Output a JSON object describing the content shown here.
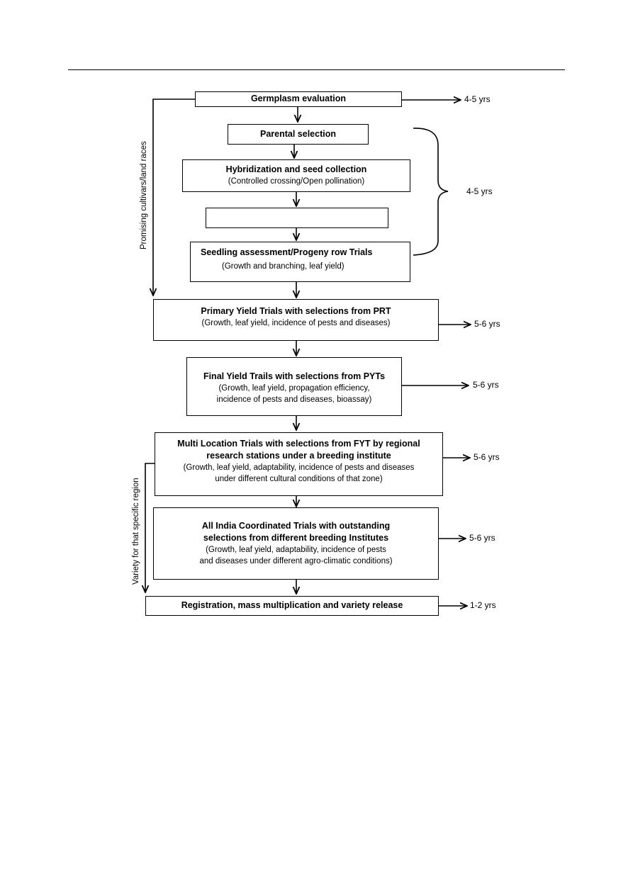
{
  "boxes": {
    "germplasm": {
      "title": "Germplasm evaluation"
    },
    "parental": {
      "title": "Parental selection"
    },
    "hybridization": {
      "title": "Hybridization  and  seed collection",
      "sub": "(Controlled crossing/Open pollination)"
    },
    "empty": {
      "title": ""
    },
    "seedling": {
      "title": "Seedling assessment/Progeny  row  Trials",
      "sub": "(Growth and branching, leaf yield)"
    },
    "primary": {
      "title": "Primary Yield Trials with selections from PRT",
      "sub": "(Growth, leaf yield, incidence of pests and diseases)"
    },
    "final": {
      "title": "Final Yield Trails with selections from PYTs",
      "sub1": "(Growth, leaf yield, propagation efficiency,",
      "sub2": "incidence of pests and diseases, bioassay)"
    },
    "multi": {
      "title1": "Multi Location Trials with selections from FYT by regional",
      "title2": "research stations under  a  breeding institute",
      "sub1": "(Growth, leaf yield, adaptability,  incidence of pests and diseases",
      "sub2": "under  different cultural conditions of that zone)"
    },
    "allindia": {
      "title1": "All India Coordinated Trials with outstanding",
      "title2": "selections from different breeding Institutes",
      "sub1": "(Growth, leaf yield, adaptability, incidence of pests",
      "sub2": "and diseases under different agro-climatic conditions)"
    },
    "registration": {
      "title": "Registration, mass multiplication   and variety release"
    }
  },
  "durations": {
    "germplasm": "4-5 yrs",
    "brace": "4-5 yrs",
    "primary": "5-6 yrs",
    "final": "5-6 yrs",
    "multi": "5-6 yrs",
    "allindia": "5-6 yrs",
    "registration": "1-2 yrs"
  },
  "side_labels": {
    "promising": "Promising cultivars/land races",
    "variety": "Variety for that specific region"
  }
}
